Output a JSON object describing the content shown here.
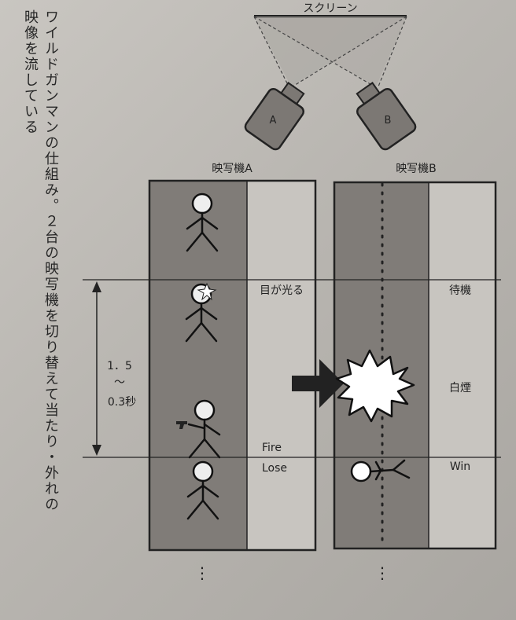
{
  "caption": {
    "line1": "ワイルドガンマンの仕組み。２台の映写機を切り替えて当たり・外れの",
    "line2": "映像を流している"
  },
  "diagram": {
    "screen_label": "スクリーン",
    "projector_a_letter": "A",
    "projector_b_letter": "B",
    "projector_a_title": "映写機A",
    "projector_b_title": "映写機B",
    "timing_value": "1．5",
    "timing_tilde": "～",
    "timing_end": "0.3秒",
    "events": {
      "eyes_flash": "目が光る",
      "standby": "待機",
      "white_smoke": "白煙",
      "fire": "Fire",
      "lose": "Lose",
      "win": "Win"
    },
    "continuation_a": "⋮",
    "continuation_b": "⋮"
  },
  "colors": {
    "dark_panel": "#807c78",
    "light_panel": "#c8c5c0",
    "line": "#222222"
  }
}
